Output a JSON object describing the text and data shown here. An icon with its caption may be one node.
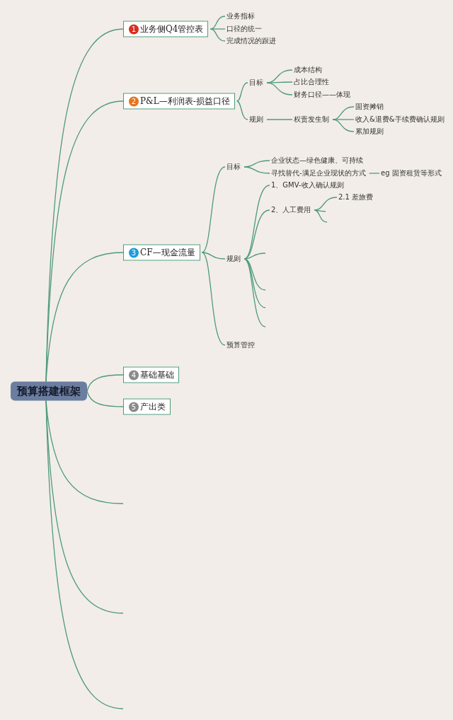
{
  "diagram": {
    "nodes": [
      {
        "text": [
          "预算搭建框架"
        ]
      },
      {
        "text": [
          "1",
          "业务侧Q4管控表"
        ]
      },
      {
        "text": [
          "业务指标"
        ]
      },
      {
        "text": [
          "口径的统一"
        ]
      },
      {
        "text": [
          "完成情况的跟进"
        ]
      },
      {
        "text": [
          "2",
          "P&L—利润表-损益口径"
        ]
      },
      {
        "text": [
          "目标"
        ]
      },
      {
        "text": [
          "成本结构"
        ]
      },
      {
        "text": [
          "占比合理性"
        ]
      },
      {
        "text": [
          "财务口径——体现"
        ]
      },
      {
        "text": [
          "规则"
        ]
      },
      {
        "text": [
          "权责发生制"
        ]
      },
      {
        "text": [
          "固资摊销"
        ]
      },
      {
        "text": [
          "收入&退费&手续费确认规则"
        ]
      },
      {
        "text": [
          "累加规则"
        ]
      },
      {
        "text": [
          "3",
          "CF—现金流量"
        ]
      },
      {
        "text": [
          "目标"
        ]
      },
      {
        "text": [
          "企业状态—绿色健康、可持续"
        ]
      },
      {
        "text": [
          "寻找替代-满足企业现状的方式"
        ]
      },
      {
        "text": [
          "eg 固资租赁等形式"
        ]
      },
      {
        "text": [
          "规则"
        ]
      },
      {
        "text": [
          "1、GMV-收入确认规则"
        ]
      },
      {
        "text": [
          "2、人工费用"
        ]
      },
      {
        "text": [
          "2.1 差旅费"
        ]
      },
      {
        "text": [
          "预算管控"
        ]
      },
      {
        "text": [
          "4",
          "基础基础"
        ]
      },
      {
        "text": [
          "5",
          "产出类"
        ]
      }
    ],
    "edges": [
      {
        "from": 0,
        "to": 1,
        "arrow": "none"
      },
      {
        "from": 0,
        "to": 5,
        "arrow": "none"
      },
      {
        "from": 0,
        "to": 15,
        "arrow": "none"
      },
      {
        "from": 0,
        "to": 25,
        "arrow": "none"
      },
      {
        "from": 0,
        "to": 26,
        "arrow": "none"
      },
      {
        "from": 0,
        "to": null,
        "arrow": "none"
      },
      {
        "from": 0,
        "to": null,
        "arrow": "none"
      },
      {
        "from": 0,
        "to": null,
        "arrow": "none"
      },
      {
        "from": 1,
        "to": 2,
        "arrow": "none"
      },
      {
        "from": 1,
        "to": 3,
        "arrow": "none"
      },
      {
        "from": 1,
        "to": 4,
        "arrow": "none"
      },
      {
        "from": 5,
        "to": 6,
        "arrow": "none"
      },
      {
        "from": 5,
        "to": 10,
        "arrow": "none"
      },
      {
        "from": 6,
        "to": 7,
        "arrow": "none"
      },
      {
        "from": 6,
        "to": 8,
        "arrow": "none"
      },
      {
        "from": 6,
        "to": 9,
        "arrow": "none"
      },
      {
        "from": 10,
        "to": 11,
        "arrow": "none"
      },
      {
        "from": 11,
        "to": 12,
        "arrow": "none"
      },
      {
        "from": 11,
        "to": 13,
        "arrow": "none"
      },
      {
        "from": 11,
        "to": 14,
        "arrow": "none"
      },
      {
        "from": 15,
        "to": 16,
        "arrow": "none"
      },
      {
        "from": 15,
        "to": 20,
        "arrow": "none"
      },
      {
        "from": 15,
        "to": 24,
        "arrow": "none"
      },
      {
        "from": 16,
        "to": 17,
        "arrow": "none"
      },
      {
        "from": 16,
        "to": 18,
        "arrow": "none"
      },
      {
        "from": 18,
        "to": 19,
        "arrow": "none"
      },
      {
        "from": 20,
        "to": 21,
        "arrow": "none"
      },
      {
        "from": 20,
        "to": 22,
        "arrow": "none"
      },
      {
        "from": 20,
        "to": null,
        "arrow": "none"
      },
      {
        "from": 20,
        "to": null,
        "arrow": "none"
      },
      {
        "from": 20,
        "to": null,
        "arrow": "none"
      },
      {
        "from": 20,
        "to": null,
        "arrow": "none"
      },
      {
        "from": 22,
        "to": 23,
        "arrow": "none"
      },
      {
        "from": 22,
        "to": null,
        "arrow": "none"
      },
      {
        "from": 22,
        "to": null,
        "arrow": "none"
      }
    ]
  }
}
